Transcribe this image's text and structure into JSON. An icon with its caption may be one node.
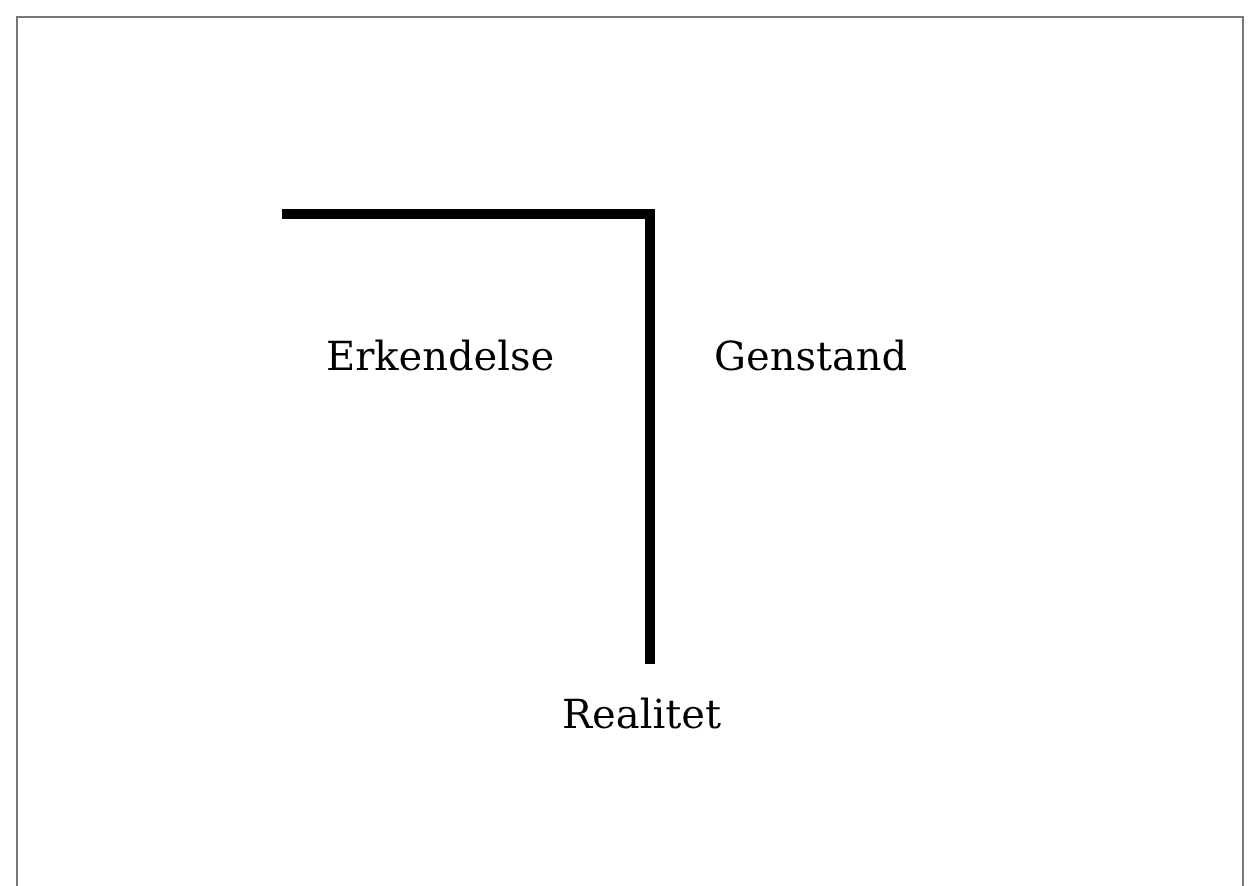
{
  "diagram": {
    "labels": [
      "Erkendelse",
      "Genstand",
      "Realitet"
    ]
  }
}
